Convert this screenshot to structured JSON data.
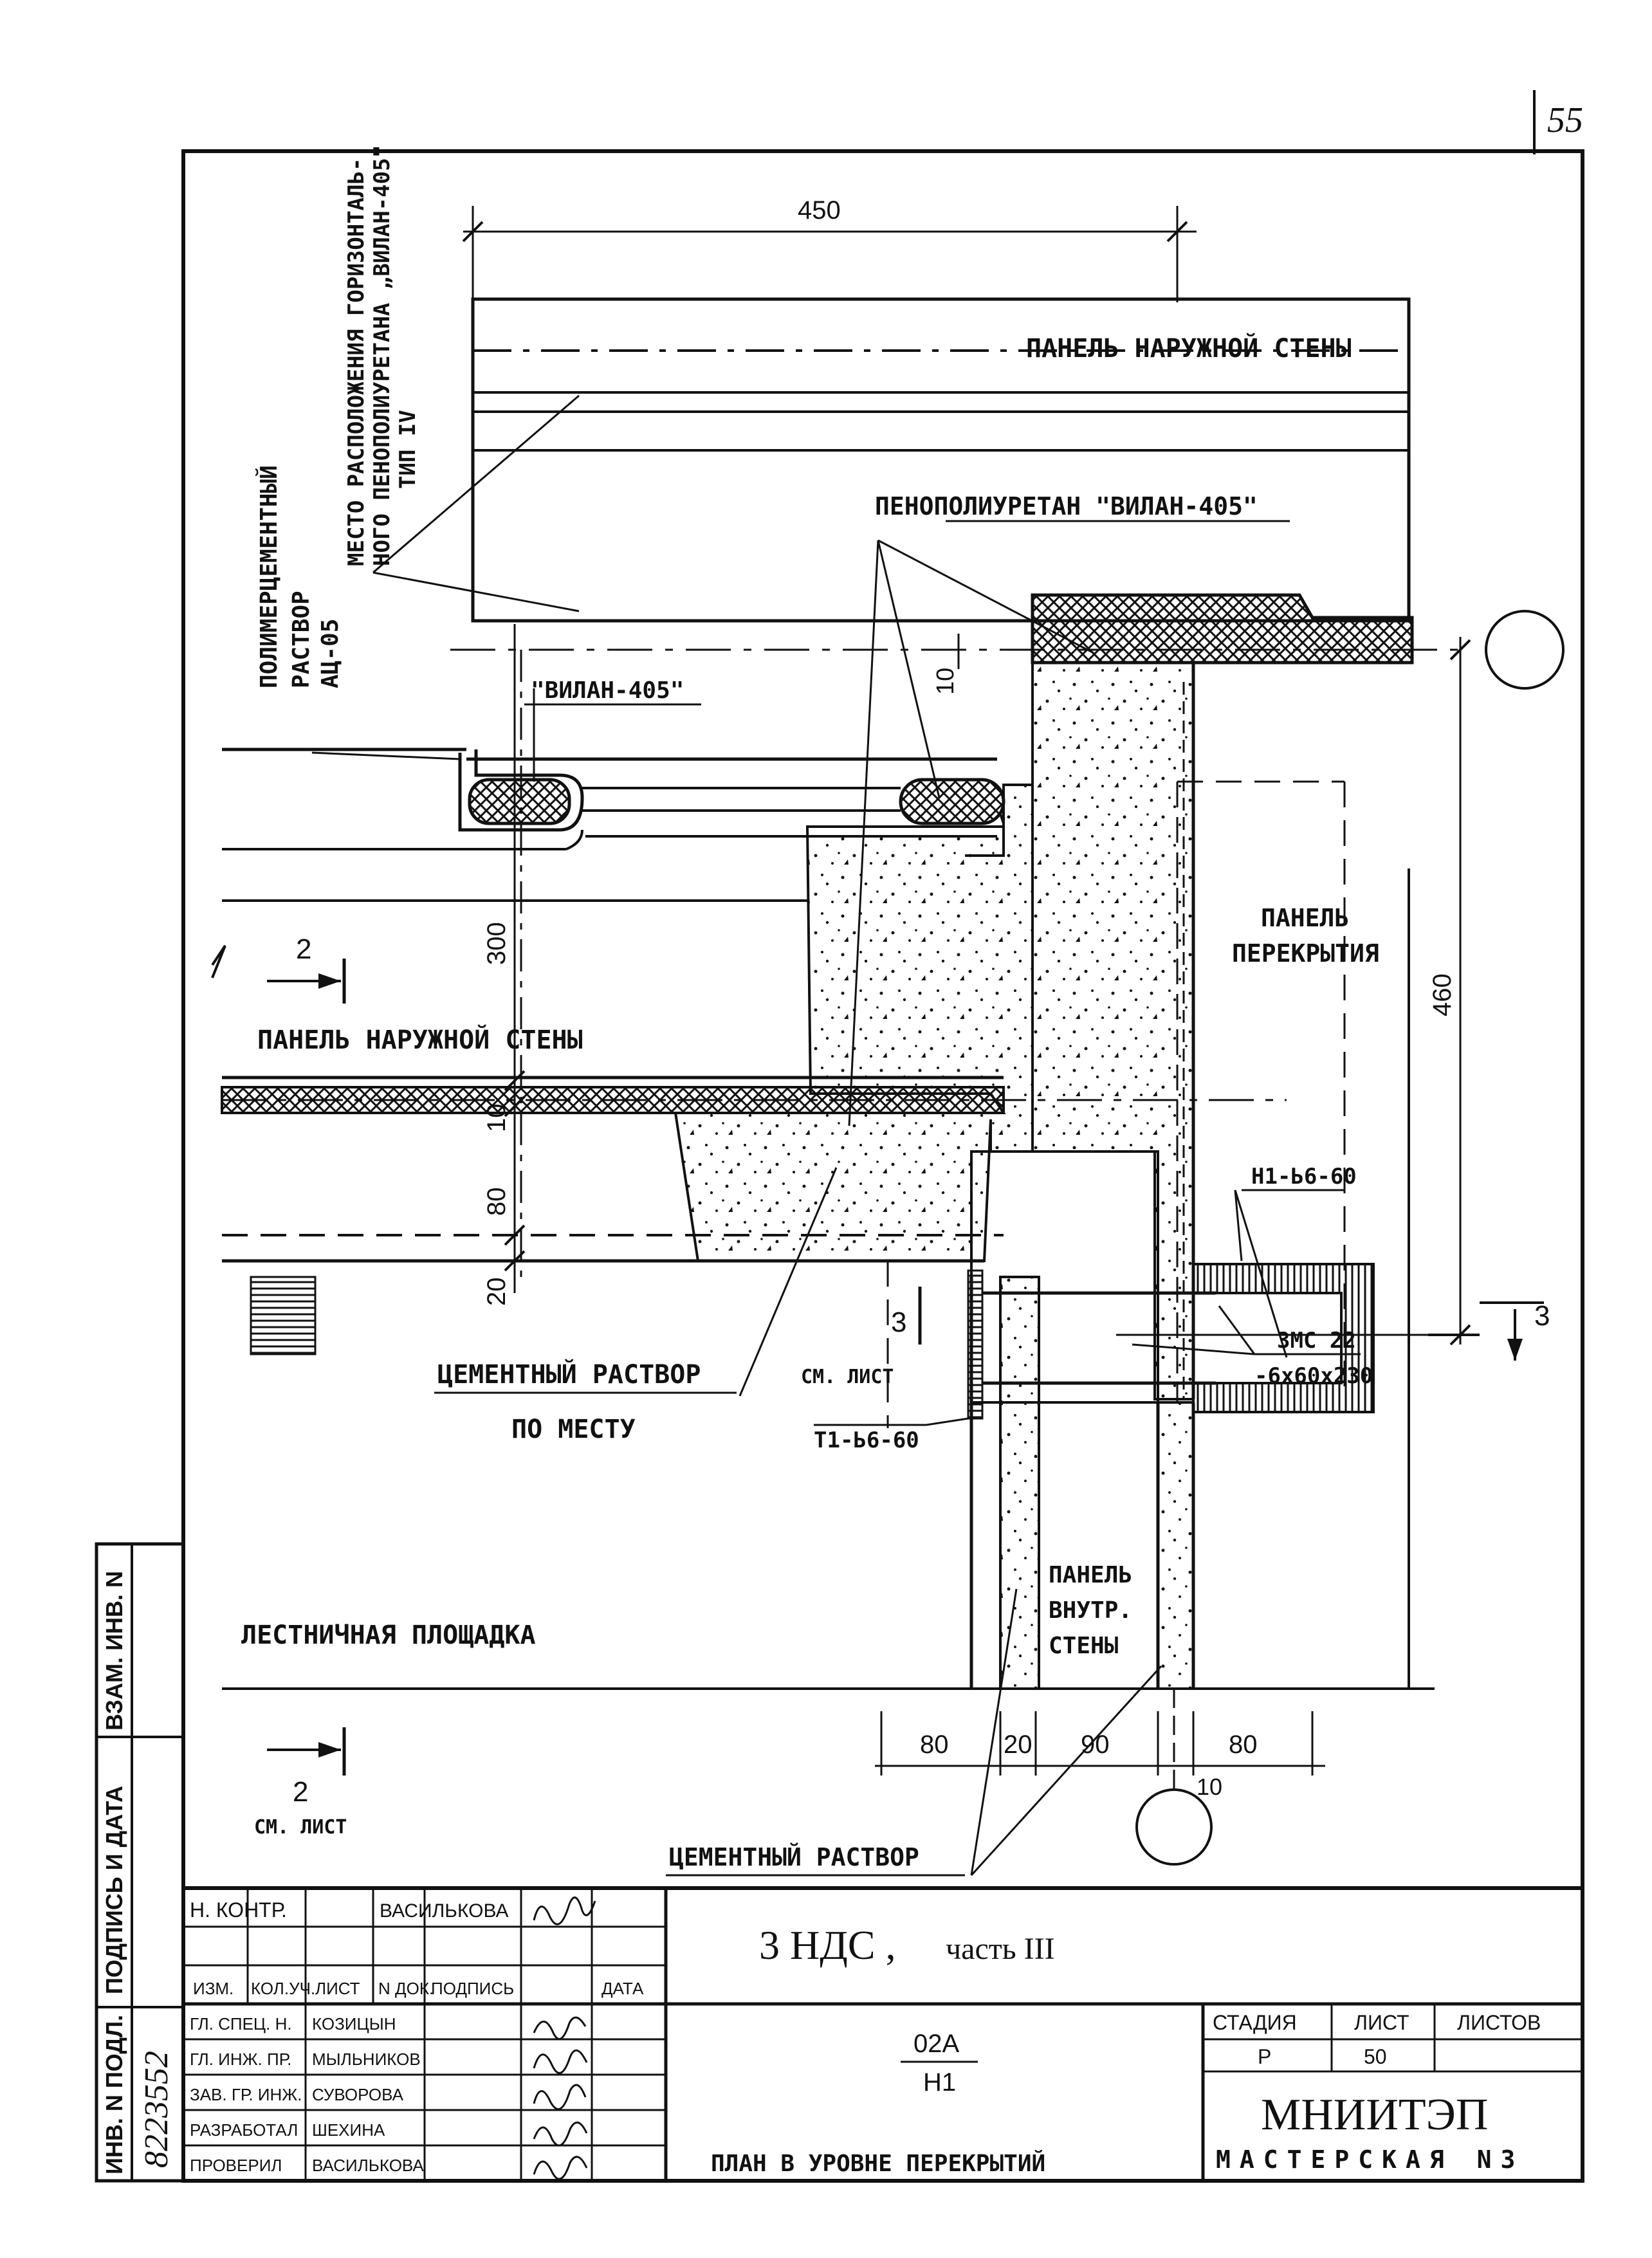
{
  "sheet_number": "55",
  "dimensions": {
    "top_450": "450",
    "right_460": "460",
    "left_300": "300",
    "left_10": "10",
    "left_80": "80",
    "left_20": "20",
    "small_10": "10",
    "bottom_80a": "80",
    "bottom_20": "20",
    "bottom_90": "90",
    "bottom_80b": "80",
    "bottom_10": "10"
  },
  "labels": {
    "polymer_1": "ПОЛИМЕРЦЕМЕНТНЫЙ",
    "polymer_2": "РАСТВОР",
    "polymer_3": "АЦ-05",
    "horiz_1": "МЕСТО РАСПОЛОЖЕНИЯ ГОРИЗОНТАЛЬ-",
    "horiz_2": "НОГО ПЕНОПОЛИУРЕТАНА „ВИЛАН-405\"",
    "horiz_3": "ТИП IV",
    "panel_outer_top": "ПАНЕЛЬ НАРУЖНОЙ СТЕНЫ",
    "foam_top": "ПЕНОПОЛИУРЕТАН \"ВИЛАН-405\"",
    "vilan": "\"ВИЛАН-405\"",
    "panel_floor_1": "ПАНЕЛЬ",
    "panel_floor_2": "ПЕРЕКРЫТИЯ",
    "panel_outer_mid": "ПАНЕЛЬ НАРУЖНОЙ СТЕНЫ",
    "cement_1": "ЦЕМЕНТНЫЙ РАСТВОР",
    "cement_2": "ПО МЕСТУ",
    "see_sheet_mid": "СМ. ЛИСТ",
    "t1": "Т1-Ь6-60",
    "h1": "Н1-Ь6-60",
    "zmc_1": "ЗМС 22",
    "zmc_2": "-6х60х230",
    "stair": "ЛЕСТНИЧНАЯ ПЛОЩАДКА",
    "panel_inner_1": "ПАНЕЛЬ",
    "panel_inner_2": "ВНУТР.",
    "panel_inner_3": "СТЕНЫ",
    "cement_bottom": "ЦЕМЕНТНЫЙ РАСТВОР",
    "see_sheet_bottom": "СМ. ЛИСТ",
    "section_2_top": "2",
    "section_2_bottom": "2",
    "section_3_left": "3",
    "section_3_right": "3"
  },
  "side_stamp": {
    "inv_vzam": "ВЗАМ. ИНВ. N",
    "signature_date": "ПОДПИСЬ И ДАТА",
    "inv_orig": "ИНВ. N ПОДЛ.",
    "inv_number": "8223552"
  },
  "title_block": {
    "rows_top": [
      {
        "role": "Н. КОНТР.",
        "name": "ВАСИЛЬКОВА"
      },
      {
        "role": "",
        "name": ""
      }
    ],
    "header": [
      "ИЗМ.",
      "КОЛ.УЧ.",
      "ЛИСТ",
      "N ДОК.",
      "ПОДПИСЬ",
      "ДАТА"
    ],
    "rows": [
      {
        "role": "ГЛ. СПЕЦ. Н.",
        "name": "КОЗИЦЫН"
      },
      {
        "role": "ГЛ. ИНЖ. ПР.",
        "name": "МЫЛЬНИКОВ"
      },
      {
        "role": "ЗАВ. ГР. ИНЖ.",
        "name": "СУВОРОВА"
      },
      {
        "role": "РАЗРАБОТАЛ",
        "name": "ШЕХИНА"
      },
      {
        "role": "ПРОВЕРИЛ",
        "name": "ВАСИЛЬКОВА"
      }
    ],
    "project_title": "3 НДС ,",
    "project_part": "часть III",
    "code_top": "02А",
    "code_bottom": "Н1",
    "drawing_name": "ПЛАН В УРОВНЕ ПЕРЕКРЫТИЙ",
    "stage_label": "СТАДИЯ",
    "sheet_label": "ЛИСТ",
    "sheets_label": "ЛИСТОВ",
    "stage_value": "Р",
    "sheet_value": "50",
    "sheets_value": "",
    "org_name": "МНИИТЭП",
    "org_sub": "МАСТЕРСКАЯ N3"
  }
}
